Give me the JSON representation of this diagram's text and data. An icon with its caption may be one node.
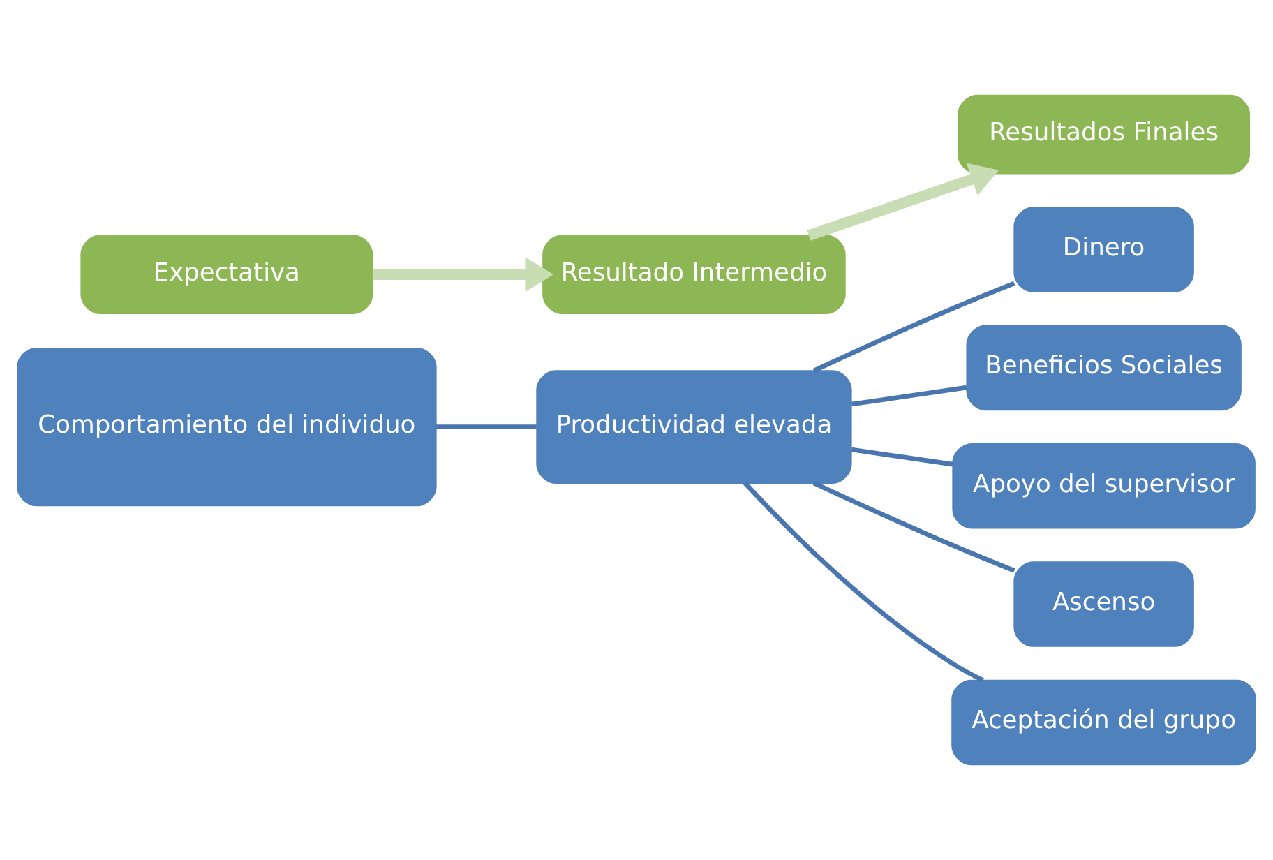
{
  "diagram": {
    "nodes": [
      {
        "text": [
          "Expectativa"
        ]
      },
      {
        "text": [
          "Resultado Intermedio"
        ]
      },
      {
        "text": [
          "Resultados Finales"
        ]
      },
      {
        "text": [
          "Comportamiento del individuo"
        ]
      },
      {
        "text": [
          "Productividad elevada"
        ]
      },
      {
        "text": [
          "Dinero"
        ]
      },
      {
        "text": [
          "Beneficios Sociales"
        ]
      },
      {
        "text": [
          "Apoyo del supervisor"
        ]
      },
      {
        "text": [
          "Ascenso"
        ]
      },
      {
        "text": [
          "Aceptación del grupo"
        ]
      }
    ],
    "edges": [
      {
        "from": 0,
        "to": 1,
        "arrow": "to",
        "style": "thick",
        "color": "#c9ddb4"
      },
      {
        "from": 1,
        "to": 2,
        "arrow": "to",
        "style": "thick",
        "color": "#c9ddb4"
      },
      {
        "from": 3,
        "to": 4,
        "arrow": "none"
      },
      {
        "from": 4,
        "to": 5,
        "arrow": "none"
      },
      {
        "from": 4,
        "to": 6,
        "arrow": "none"
      },
      {
        "from": 4,
        "to": 7,
        "arrow": "none"
      },
      {
        "from": 4,
        "to": 8,
        "arrow": "none"
      },
      {
        "from": 4,
        "to": 9,
        "arrow": "none"
      }
    ]
  }
}
